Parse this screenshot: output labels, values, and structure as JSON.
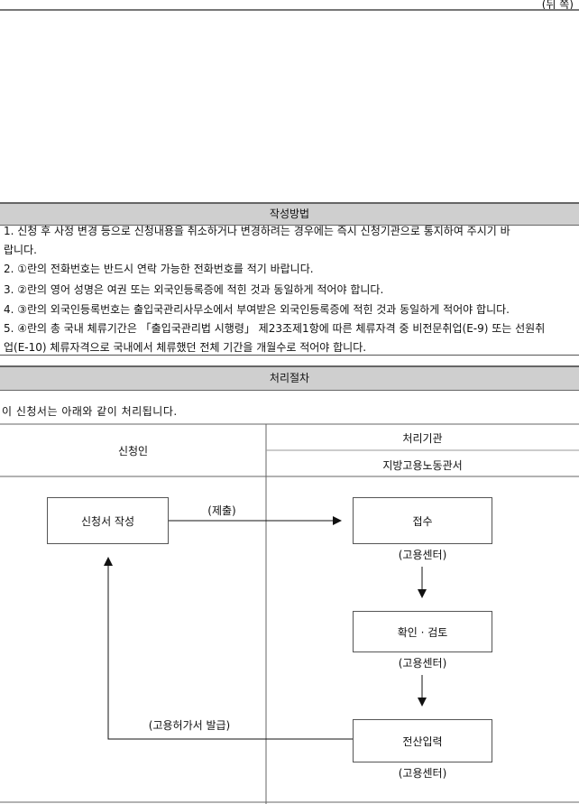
{
  "page_label": "(뒤 쪽)",
  "instructions": {
    "title": "작성방법",
    "items": [
      "1. 신청 후 사정 변경 등으로 신청내용을 취소하거나 변경하려는 경우에는 즉시 신청기관으로 통지하여 주시기 바",
      "   랍니다.",
      "2. ①란의 전화번호는 반드시 연락 가능한 전화번호를 적기 바랍니다.",
      "3. ②란의 영어 성명은 여권 또는 외국인등록증에 적힌 것과 동일하게 적어야 합니다.",
      "4. ③란의 외국인등록번호는 출입국관리사무소에서 부여받은 외국인등록증에 적힌 것과 동일하게 적어야 합니다.",
      "5. ④란의 총 국내 체류기간은 「출입국관리법 시행령」 제23조제1항에 따른 체류자격 중 비전문취업(E-9) 또는 선원취",
      "   업(E-10) 체류자격으로 국내에서 체류했던 전체 기간을 개월수로 적어야 합니다."
    ]
  },
  "procedure": {
    "title": "처리절차",
    "intro": "이 신청서는 아래와 같이 처리됩니다.",
    "applicant_header": "신청인",
    "agency_header": "처리기관",
    "agency_name": "지방고용노동관서",
    "step_write": "신청서 작성",
    "submit_label": "(제출)",
    "step_receive": "접수",
    "step_receive_sub": "(고용센터)",
    "step_check": "확인 · 검토",
    "step_check_sub": "(고용센터)",
    "step_input": "전산입력",
    "step_input_sub": "(고용센터)",
    "issue_label": "(고용허가서 발급)"
  }
}
